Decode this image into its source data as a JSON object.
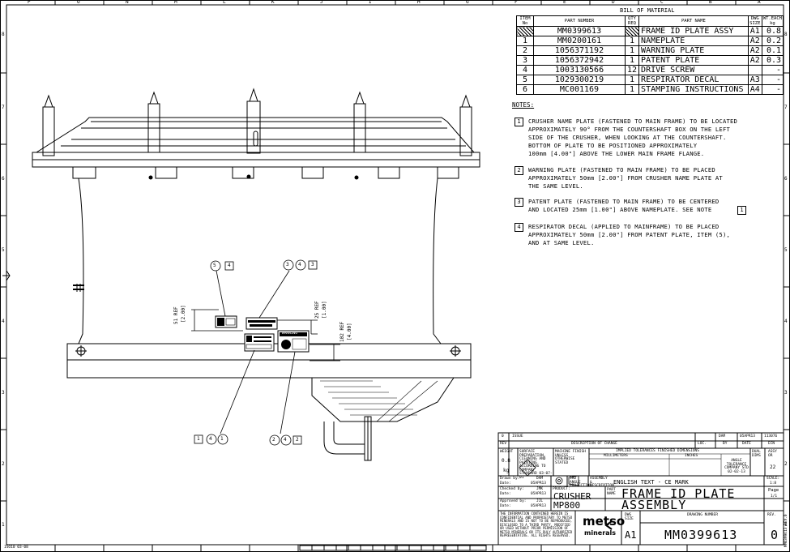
{
  "border": {
    "cols_top": [
      "P",
      "O",
      "N",
      "M",
      "L",
      "K",
      "J",
      "I",
      "H",
      "G",
      "F",
      "E",
      "D",
      "C",
      "B",
      "A"
    ],
    "rows_left": [
      "8",
      "7",
      "6",
      "5",
      "4",
      "3",
      "2",
      "1"
    ],
    "rows_right": [
      "8",
      "7",
      "6",
      "5",
      "4",
      "3",
      "2",
      "1"
    ],
    "corner_bl": "ISO10 03-08"
  },
  "bom": {
    "title": "BILL OF MATERIAL",
    "headers": {
      "item": "ITEM No",
      "part_number": "PART NUMBER",
      "qty": "QTY REQ",
      "part_name": "PART NAME",
      "dwg_size": "DWG SIZE",
      "wt_each": "WT.EACH kg"
    },
    "rows": [
      {
        "item": "",
        "part_number": "MM0399613",
        "qty": "",
        "part_name": "FRAME ID PLATE ASSY",
        "size": "A1",
        "wt": "0.8"
      },
      {
        "item": "1",
        "part_number": "MM0200161",
        "qty": "1",
        "part_name": "NAMEPLATE",
        "size": "A2",
        "wt": "0.2"
      },
      {
        "item": "2",
        "part_number": "1056371192",
        "qty": "1",
        "part_name": "WARNING PLATE",
        "size": "A2",
        "wt": "0.1"
      },
      {
        "item": "3",
        "part_number": "1056372942",
        "qty": "1",
        "part_name": "PATENT PLATE",
        "size": "A2",
        "wt": "0.3"
      },
      {
        "item": "4",
        "part_number": "1003130566",
        "qty": "12",
        "part_name": "DRIVE SCREW",
        "size": "",
        "wt": "-"
      },
      {
        "item": "5",
        "part_number": "1029300219",
        "qty": "1",
        "part_name": "RESPIRATOR DECAL",
        "size": "A3",
        "wt": "-"
      },
      {
        "item": "6",
        "part_number": "MC001169",
        "qty": "1",
        "part_name": "STAMPING INSTRUCTIONS",
        "size": "A4",
        "wt": "-"
      }
    ]
  },
  "notes": {
    "heading": "NOTES:",
    "items": [
      {
        "num": "1",
        "text": "CRUSHER NAME PLATE (FASTENED TO MAIN FRAME) TO BE LOCATED\nAPPROXIMATELY 90° FROM THE COUNTERSHAFT BOX ON THE LEFT\nSIDE OF THE CRUSHER, WHEN LOOKING AT THE COUNTERSHAFT.\nBOTTOM OF PLATE TO BE POSITIONED APPROXIMATELY\n100mm [4.00\"] ABOVE THE LOWER MAIN FRAME FLANGE."
      },
      {
        "num": "2",
        "text": "WARNING PLATE (FASTENED TO MAIN FRAME) TO BE PLACED\nAPPROXIMATELY 50mm [2.00\"] FROM CRUSHER NAME PLATE AT\nTHE SAME LEVEL."
      },
      {
        "num": "3",
        "text": "PATENT PLATE (FASTENED TO MAIN FRAME) TO BE CENTERED\nAND LOCATED 25mm [1.00\"] ABOVE NAMEPLATE. SEE NOTE"
      },
      {
        "num": "4",
        "text": "RESPIRATOR DECAL (APPLIED TO MAINFRAME) TO BE PLACED\nAPPROXIMATELY 50mm [2.00\"] FROM PATENT PLATE, ITEM (5),\nAND AT SAME LEVEL."
      }
    ],
    "note3_ref": "1"
  },
  "drawing": {
    "dims": {
      "d51": "51 REF",
      "d51in": "[2.00]",
      "d25": "25 REF",
      "d25in": "[1.00]",
      "d102": "102 REF",
      "d102in": "[4.00]"
    },
    "callout_a": {
      "balloon": "5",
      "box": "4"
    },
    "callout_b": {
      "balloon1": "3",
      "balloon2": "4",
      "box": "3"
    },
    "callout_c": {
      "box": "1",
      "balloon1": "4",
      "balloon2": "1"
    },
    "callout_d": {
      "balloon1": "2",
      "balloon2": "4",
      "box": "2"
    },
    "warning_text": "WARNING"
  },
  "title_block": {
    "rev_row": {
      "rev": "0",
      "desc": "ISSUE",
      "by": "DAM",
      "date": "05APR13",
      "ecn": "113076"
    },
    "rev_header": {
      "rev": "REV",
      "desc": "DESCRIPTION OF CHANGE",
      "loc": "LOC.",
      "by": "BY",
      "date": "DATE",
      "ecn": "ECN"
    },
    "weight_label": "WEIGHT",
    "weight_value": "0.8",
    "weight_unit": "kg",
    "surface_prep": "SURFACE PREPARATION, CLEANING AND PAINTING ACCORDING TO COMPANY STANDARD 03-07-01",
    "machine_finish": "MACHINE FINISH UNLESS OTHERWISE STATED",
    "tolerance_title": "IMPLIED TOLERANCES FINISHED DIMENSIONS",
    "tol_mm": "MILLIMETERS",
    "tol_in": "INCHES",
    "angle_tol": "ANGLE TOLERANCE COMPANY STD 02-02-13",
    "dual_dims": "DUAL DIMS",
    "assy_label": "ASSY OR",
    "assy_value": "22",
    "drawn_by_label": "Drawn by:",
    "drawn_by": "DAM",
    "drawn_date_label": "Date:",
    "drawn_date": "05APR13",
    "checked_by_label": "Checked by:",
    "checked_by": "JMK",
    "checked_date_label": "Date:",
    "checked_date": "05APR13",
    "approved_by_label": "Approved by:",
    "approved_by": "JJL",
    "approved_date_label": "Date:",
    "approved_date": "05APR13",
    "projection": "3RD ANGLE PROJECTION",
    "assembly_desc_label": "ASSEMBLY & DESCRIPTION",
    "assembly_desc": "ENGLISH TEXT - CE MARK",
    "scale_label": "SCALE:",
    "scale": "1:8",
    "product_label": "PRODUCT:",
    "product1": "CRUSHER",
    "product2": "MP800",
    "part_name_label": "PART NAME",
    "part_name1": "FRAME ID PLATE",
    "part_name2": "ASSEMBLY",
    "page_label": "Page",
    "page": "1/1",
    "confidential": "THE INFORMATION CONTAINED HEREIN IS CONFIDENTIAL AND PROPRIETARY TO METSO MINERALS AND IS NOT TO BE REPRODUCED, DISCLOSED TO A THIRD PARTY, MODIFIED OR USED WITHOUT PRIOR PERMISSION OF METSO MINERALS OR ITS DULY AUTHORIZED REPRESENTATIVE. ALL RIGHTS RESERVED.",
    "logo1": "metso",
    "logo2": "minerals",
    "dwg_size_label": "DWG SIZE",
    "dwg_size": "A1",
    "drawing_number_label": "DRAWING NUMBER",
    "drawing_number": "MM0399613",
    "rev_label": "REV.",
    "rev": "0",
    "side_stamp": "MM0399613 REV.0"
  }
}
